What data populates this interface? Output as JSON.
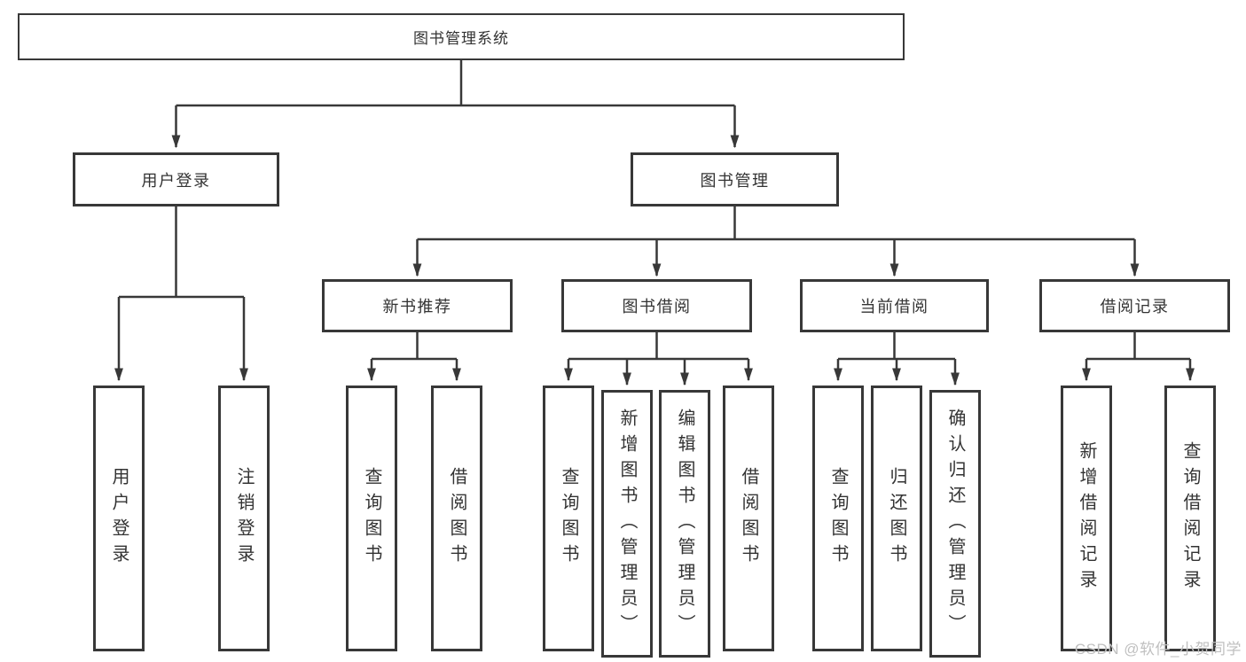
{
  "diagram": {
    "root": {
      "label": "图书管理系统"
    },
    "level2": [
      {
        "label": "用户登录"
      },
      {
        "label": "图书管理"
      }
    ],
    "level3": [
      {
        "label": "新书推荐"
      },
      {
        "label": "图书借阅"
      },
      {
        "label": "当前借阅"
      },
      {
        "label": "借阅记录"
      }
    ],
    "leaves": {
      "user_login": [
        {
          "label": "用户登录"
        },
        {
          "label": "注销登录"
        }
      ],
      "new_book": [
        {
          "label": "查询图书"
        },
        {
          "label": "借阅图书"
        }
      ],
      "book_borrow": [
        {
          "label": "查询图书"
        },
        {
          "label": "新增图书（管理员）"
        },
        {
          "label": "编辑图书（管理员）"
        },
        {
          "label": "借阅图书"
        }
      ],
      "current_borrow": [
        {
          "label": "查询图书"
        },
        {
          "label": "归还图书"
        },
        {
          "label": "确认归还（管理员）"
        }
      ],
      "borrow_records": [
        {
          "label": "新增借阅记录"
        },
        {
          "label": "查询借阅记录"
        }
      ]
    }
  },
  "watermark": {
    "text": "CSDN @软件_小贺同学"
  },
  "colors": {
    "line": "#383838",
    "text": "#333333",
    "background": "#ffffff",
    "watermark": "#c0c0c0"
  }
}
